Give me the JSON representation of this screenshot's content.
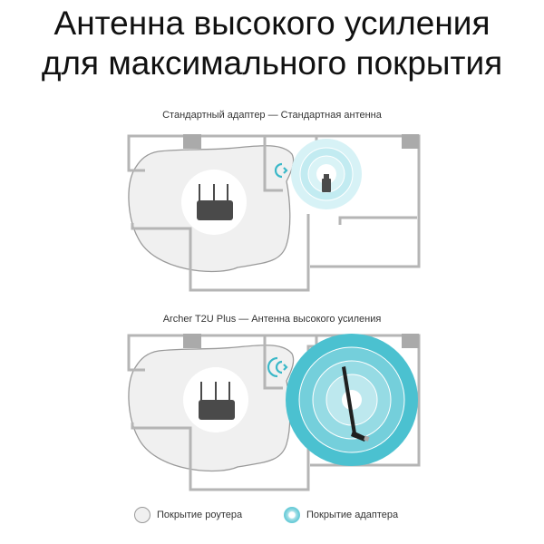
{
  "header": {
    "title_line1": "Антенна высокого усиления",
    "title_line2": "для максимального покрытия"
  },
  "diagrams": [
    {
      "caption": "Стандартный адаптер — Стандартная антенна",
      "adapter": "standard-usb-adapter",
      "coverage": "small"
    },
    {
      "caption": "Archer T2U Plus — Антенна высокого усиления",
      "adapter": "high-gain-antenna-adapter",
      "coverage": "large"
    }
  ],
  "legend": {
    "items": [
      {
        "label": "Покрытие роутера",
        "icon": "router-coverage-swatch"
      },
      {
        "label": "Покрытие адаптера",
        "icon": "adapter-coverage-swatch"
      }
    ]
  },
  "colors": {
    "wall": "#b5b5b5",
    "router_coverage": "#f0f0f0",
    "router_coverage_outline": "#9a9a9a",
    "device": "#4a4a4a",
    "adapter_teal": "#4bc1d0",
    "adapter_light": "#c5eef3",
    "signal_icon": "#3bb8c8"
  }
}
